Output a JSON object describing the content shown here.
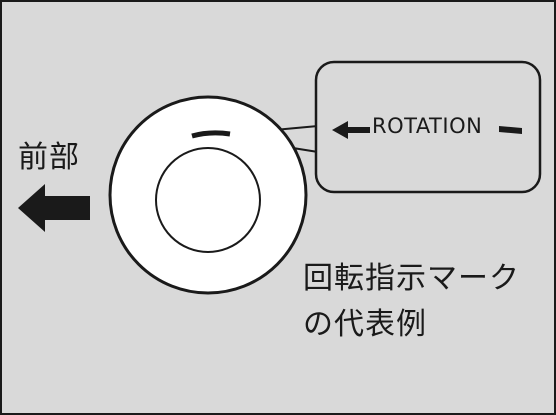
{
  "front_label": "前部",
  "callout_text": "ROTATION",
  "caption": {
    "line1": "回転指示マーク",
    "line2": "の代表例"
  },
  "colors": {
    "background": "#d9d9d9",
    "ink": "#1a1a1a",
    "disc": "#ffffff"
  }
}
